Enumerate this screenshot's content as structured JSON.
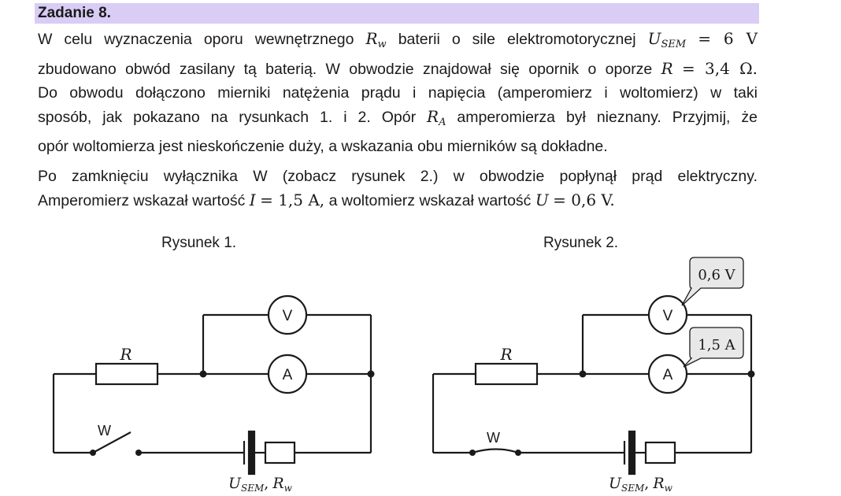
{
  "header": {
    "title": "Zadanie 8."
  },
  "text": {
    "p1": {
      "l1a": "W celu wyznaczenia oporu wewnętrznego",
      "l1b": "baterii o sile elektromotorycznej",
      "l1_val": "= 6 V",
      "l2a": "zbudowano obwód zasilany tą baterią. W obwodzie znajdował się opornik o oporze",
      "l2_val": "= 3,4 Ω.",
      "l3": "Do obwodu dołączono mierniki natężenia prądu i napięcia (amperomierz i woltomierz) w taki",
      "l4a": "sposób, jak pokazano na rysunkach 1. i 2. Opór",
      "l4b": "amperomierza był nieznany. Przyjmij, że",
      "l5": "opór woltomierza jest nieskończenie duży, a wskazania obu mierników są dokładne."
    },
    "p2": {
      "l1": "Po zamknięciu wyłącznika W (zobacz rysunek 2.) w obwodzie popłynął prąd elektryczny.",
      "l2a": "Amperomierz wskazał wartość",
      "l2_i": "= 1,5 A,",
      "l2b": "a woltomierz wskazał wartość",
      "l2_u": "= 0,6 V."
    }
  },
  "symbols": {
    "R": "R",
    "w": "w",
    "U": "U",
    "SEM": "SEM",
    "A_sub": "A",
    "I": "I",
    "comma": ","
  },
  "figures": {
    "fig1_title": "Rysunek 1.",
    "fig2_title": "Rysunek 2.",
    "voltmeter_label": "V",
    "ammeter_label": "A",
    "switch_label": "W",
    "resistor_label": "R",
    "voltmeter_reading": "0,6 V",
    "ammeter_reading": "1,5 A"
  }
}
